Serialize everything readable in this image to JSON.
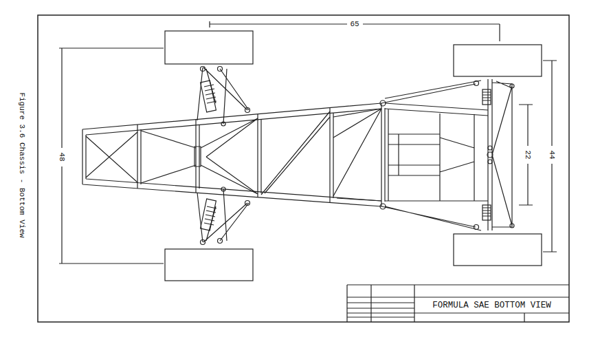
{
  "diagram": {
    "caption": "Figure 3.6 Chassis - Bottom View",
    "nodes": [
      {
        "text": [
          "FORMULA SAE BOTTOM VIEW"
        ]
      }
    ],
    "labels": [
      "65",
      "48",
      "22",
      "44"
    ]
  }
}
